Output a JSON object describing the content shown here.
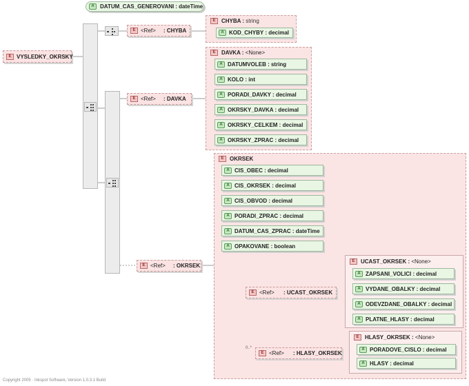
{
  "diagram": {
    "root": {
      "name": "VYSLEDKY_OKRSKY"
    },
    "attribute_top": {
      "name": "DATUM_CAS_GENEROVANI",
      "type": "dateTime"
    },
    "ref_chyba": {
      "ref": "<Ref>",
      "name": "CHYBA"
    },
    "chyba": {
      "name": "CHYBA",
      "type": "string",
      "attr": {
        "name": "KOD_CHYBY",
        "type": "decimal"
      }
    },
    "ref_davka": {
      "ref": "<Ref>",
      "name": "DAVKA"
    },
    "davka": {
      "name": "DAVKA",
      "type": "<None>",
      "attrs": [
        {
          "name": "DATUMVOLEB",
          "type": "string"
        },
        {
          "name": "KOLO",
          "type": "int"
        },
        {
          "name": "PORADI_DAVKY",
          "type": "decimal"
        },
        {
          "name": "OKRSKY_DAVKA",
          "type": "decimal"
        },
        {
          "name": "OKRSKY_CELKEM",
          "type": "decimal"
        },
        {
          "name": "OKRSKY_ZPRAC",
          "type": "decimal"
        }
      ]
    },
    "ref_okrsek": {
      "ref": "<Ref>",
      "name": "OKRSEK"
    },
    "okrsek": {
      "name": "OKRSEK",
      "attrs": [
        {
          "name": "CIS_OBEC",
          "type": "decimal"
        },
        {
          "name": "CIS_OKRSEK",
          "type": "decimal"
        },
        {
          "name": "CIS_OBVOD",
          "type": "decimal"
        },
        {
          "name": "PORADI_ZPRAC",
          "type": "decimal"
        },
        {
          "name": "DATUM_CAS_ZPRAC",
          "type": "dateTime"
        },
        {
          "name": "OPAKOVANE",
          "type": "boolean"
        }
      ]
    },
    "ref_ucast": {
      "ref": "<Ref>",
      "name": "UCAST_OKRSEK"
    },
    "ucast": {
      "name": "UCAST_OKRSEK",
      "type": "<None>",
      "attrs": [
        {
          "name": "ZAPSANI_VOLICI",
          "type": "decimal"
        },
        {
          "name": "VYDANE_OBALKY",
          "type": "decimal"
        },
        {
          "name": "ODEVZDANE_OBALKY",
          "type": "decimal"
        },
        {
          "name": "PLATNE_HLASY",
          "type": "decimal"
        }
      ]
    },
    "ref_hlasy": {
      "ref": "<Ref>",
      "name": "HLASY_OKRSEK"
    },
    "hlasy": {
      "name": "HLASY_OKRSEK",
      "type": "<None>",
      "attrs": [
        {
          "name": "PORADOVE_CISLO",
          "type": "decimal"
        },
        {
          "name": "HLASY",
          "type": "decimal"
        }
      ]
    },
    "occurrence": "0..*",
    "icon_letters": {
      "attribute": "A",
      "element": "E"
    },
    "footer": "Copyright 2005 · Inkspot Software, Version 1.0.3.1 Build"
  }
}
